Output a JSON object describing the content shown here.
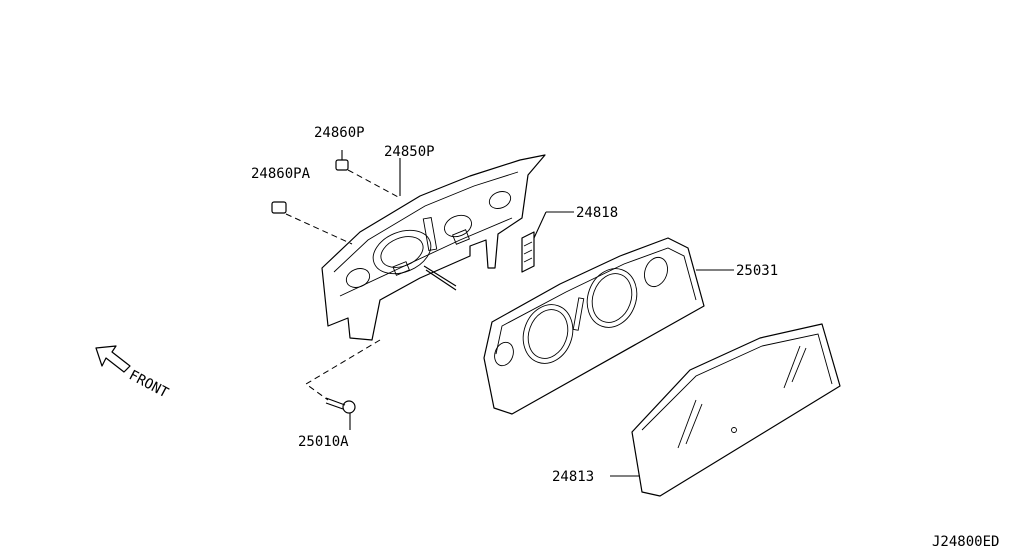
{
  "parts": {
    "p24860P": "24860P",
    "p24850P": "24850P",
    "p24860PA": "24860PA",
    "p24818": "24818",
    "p25031": "25031",
    "p25010A": "25010A",
    "p24813": "24813"
  },
  "direction_label": "FRONT",
  "diagram_code": "J24800ED"
}
